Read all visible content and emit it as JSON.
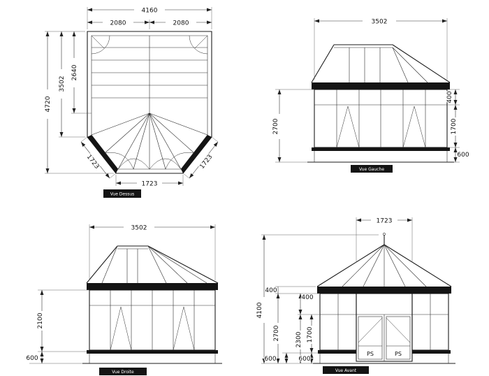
{
  "plan": {
    "label": "Vue Dessus",
    "d_total_w": "4160",
    "d_half_l": "2080",
    "d_half_r": "2080",
    "d_total_d": "4720",
    "d_rect_d": "3502",
    "d_ridge": "2640",
    "d_bay_l": "1723",
    "d_bay_f": "1723",
    "d_bay_r": "1723"
  },
  "left_elevation": {
    "label": "Vue Gauche",
    "d_width": "3502",
    "d_height": "2700",
    "d_toplight": "400",
    "d_window": "1700",
    "d_base": "600"
  },
  "right_elevation": {
    "label": "Vue Droite",
    "d_width": "3502",
    "d_frames": "2100",
    "d_base": "600"
  },
  "front_elevation": {
    "label": "Vue Avant",
    "d_width": "1723",
    "d_total_h": "4100",
    "d_fascia": "400",
    "d_body": "2700",
    "d_base_outer": "600",
    "d_toplight": "400",
    "d_door_h": "2300",
    "d_window": "1700",
    "d_base": "600",
    "door_left_label": "PS",
    "door_right_label": "PS"
  }
}
